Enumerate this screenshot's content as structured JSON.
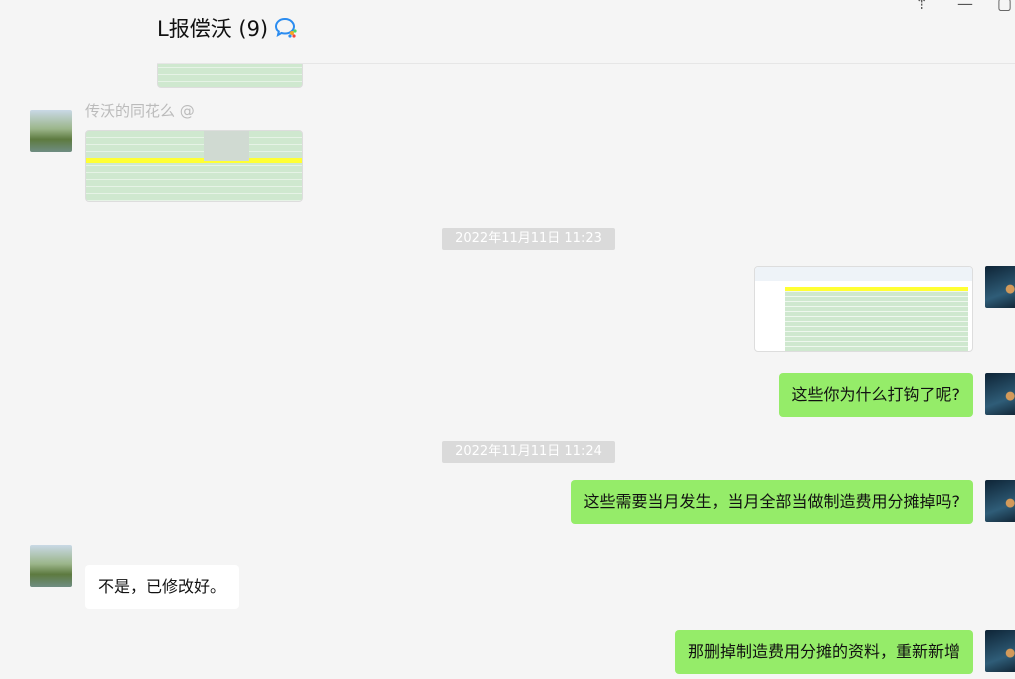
{
  "header": {
    "title": "L报偿沃 (9)"
  },
  "messages": [
    {
      "side": "left",
      "type": "partial-text",
      "text": "传沃的同花么 @"
    },
    {
      "side": "left",
      "type": "image",
      "desc": "spreadsheet"
    },
    {
      "type": "timestamp",
      "text": "2022年11月11日 11:23"
    },
    {
      "side": "right",
      "type": "image",
      "desc": "spreadsheet"
    },
    {
      "side": "right",
      "type": "text",
      "text": "这些你为什么打钩了呢?"
    },
    {
      "type": "timestamp",
      "text": "2022年11月11日 11:24"
    },
    {
      "side": "right",
      "type": "text",
      "text": "这些需要当月发生，当月全部当做制造费用分摊掉吗?"
    },
    {
      "side": "left",
      "type": "text",
      "text": "不是，已修改好。"
    },
    {
      "side": "right",
      "type": "text",
      "text": "那删掉制造费用分摊的资料，重新新增"
    }
  ],
  "colors": {
    "green_bubble": "#95ec69",
    "background": "#f5f5f5"
  }
}
